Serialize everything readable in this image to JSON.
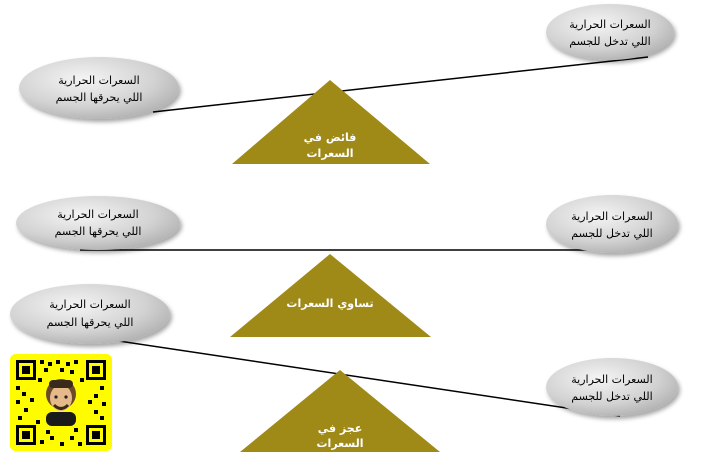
{
  "colors": {
    "ellipse_fill": "#cfcfcf",
    "fulcrum_fill": "#a08a17",
    "beam": "#000000",
    "qr_bg": "#fffc00"
  },
  "labels": {
    "burned_line1": "السعرات الحرارية",
    "burned_line2": "اللي يحرقها الجسم",
    "intake_line1": "السعرات الحرارية",
    "intake_line2": "اللي تدخل للجسم"
  },
  "scales": [
    {
      "id": "surplus",
      "fulcrum_line1": "فائض في",
      "fulcrum_line2": "السعرات"
    },
    {
      "id": "balance",
      "fulcrum_line1": "تساوي السعرات",
      "fulcrum_line2": ""
    },
    {
      "id": "deficit",
      "fulcrum_line1": "عجز في",
      "fulcrum_line2": "السعرات"
    }
  ],
  "qr_code": {
    "icon": "snapchat-qr-icon"
  }
}
